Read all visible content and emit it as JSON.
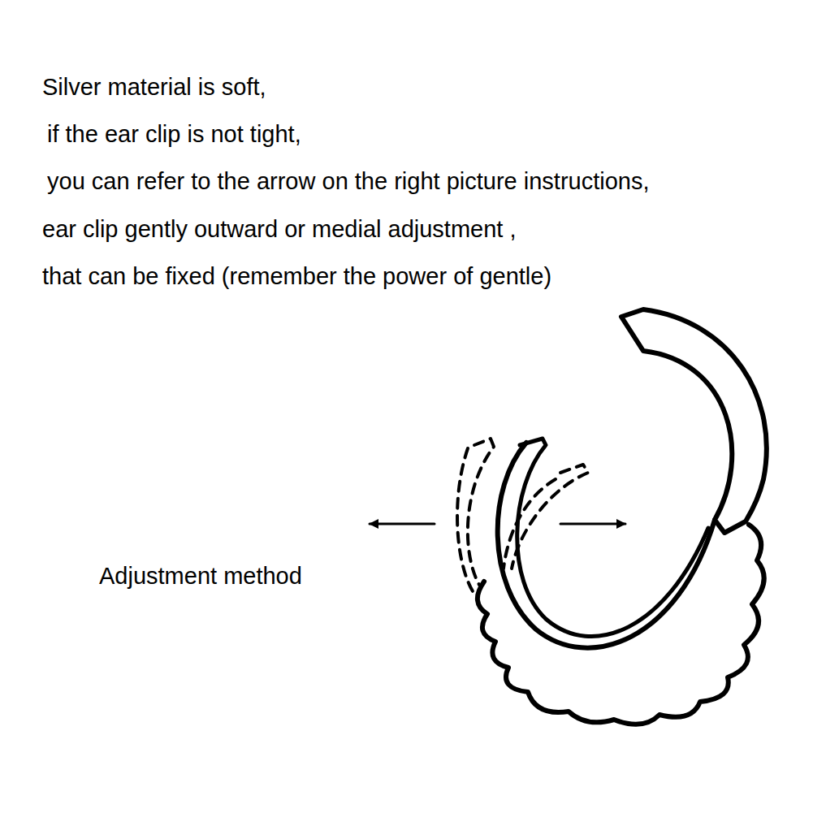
{
  "diagram": {
    "labels": [
      "Silver material is soft,",
      "if the ear clip is not tight,",
      "you can refer to the arrow on the right picture instructions,",
      "ear clip gently outward or medial adjustment ,",
      "that can be fixed (remember the power of gentle)",
      "Adjustment method"
    ]
  }
}
